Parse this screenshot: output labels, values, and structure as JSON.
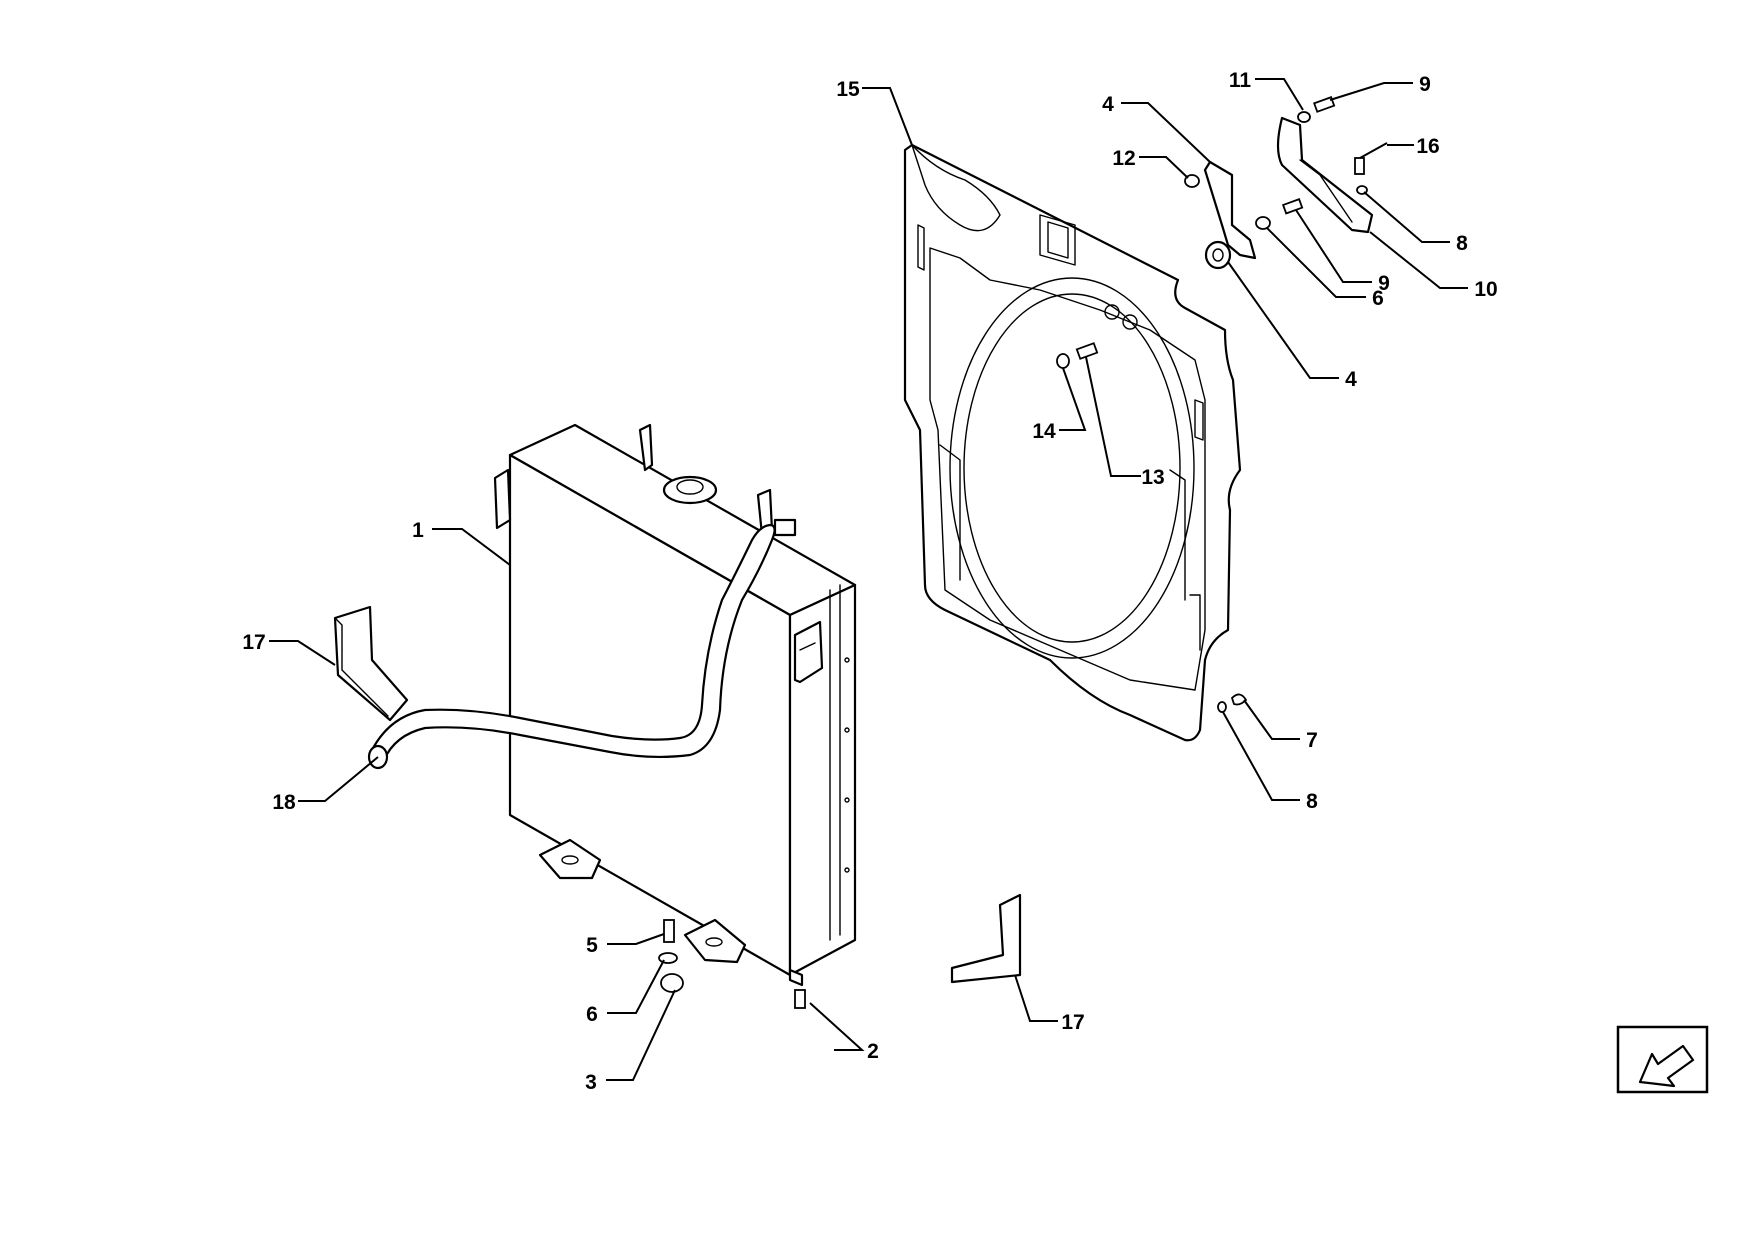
{
  "callouts": {
    "c1": "1",
    "c2": "2",
    "c3": "3",
    "c4a": "4",
    "c4b": "4",
    "c5": "5",
    "c6a": "6",
    "c6b": "6",
    "c7": "7",
    "c8a": "8",
    "c8b": "8",
    "c9a": "9",
    "c9b": "9",
    "c10": "10",
    "c11": "11",
    "c12": "12",
    "c13": "13",
    "c14": "14",
    "c15": "15",
    "c16": "16",
    "c17a": "17",
    "c17b": "17",
    "c18": "18"
  },
  "icons": {
    "orientation": "arrow-down-left-icon"
  }
}
